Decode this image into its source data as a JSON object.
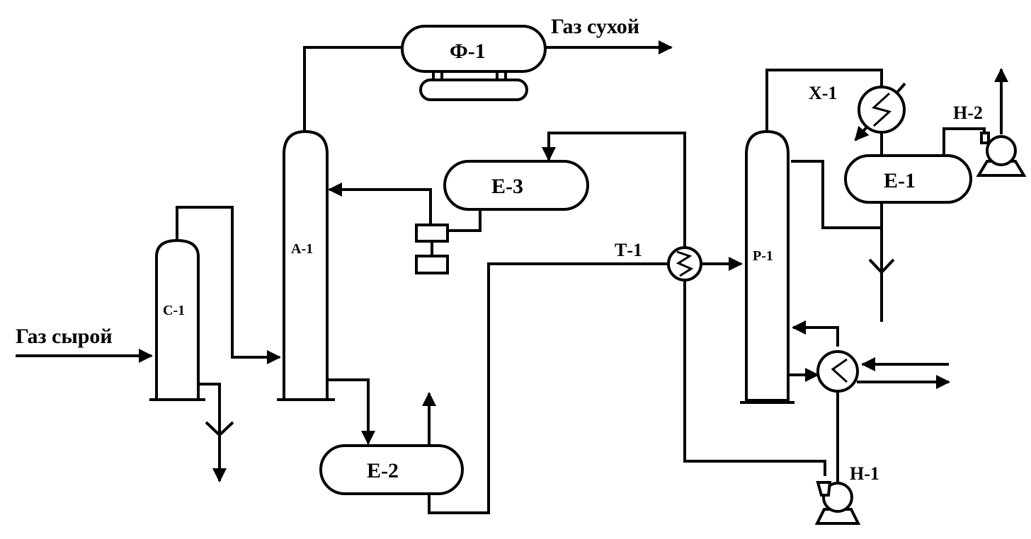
{
  "diagram": {
    "streams": {
      "raw_gas": "Газ сырой",
      "dry_gas": "Газ сухой"
    },
    "equipment": {
      "separator": "С-1",
      "absorber": "А-1",
      "filter": "Ф-1",
      "tank_e3": "Е-3",
      "tank_e2": "Е-2",
      "heat_exchanger": "Т-1",
      "column": "Р-1",
      "cooler": "Х-1",
      "tank_e1": "Е-1",
      "pump_h2": "Н-2",
      "pump_h1": "Н-1"
    }
  }
}
